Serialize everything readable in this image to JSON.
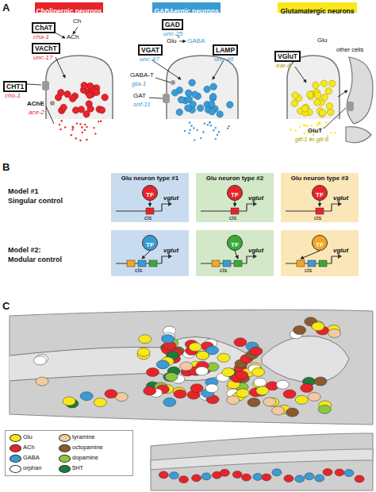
{
  "diagram": {
    "nodes": [
      {
        "text": [
          "Cholinergic neurons"
        ]
      },
      {
        "text": [
          "ChAT",
          "cha-1"
        ]
      },
      {
        "text": [
          "VAChT",
          "unc-17"
        ]
      },
      {
        "text": [
          "CHT1",
          "cho-1"
        ]
      },
      {
        "text": [
          "GABAergic neurons"
        ]
      },
      {
        "text": [
          "GAD",
          "unc-25"
        ]
      },
      {
        "text": [
          "VGAT",
          "unc-47"
        ]
      },
      {
        "text": [
          "LAMP",
          "unc-46"
        ]
      },
      {
        "text": [
          "Glutamatergic neurons"
        ]
      },
      {
        "text": [
          "VGluT",
          "eat-4"
        ]
      },
      {
        "text": [
          "Glu neuron type #1",
          "cis",
          "vglut"
        ]
      },
      {
        "text": [
          "TF"
        ],
        "in": 10
      },
      {
        "text": [
          "Glu neuron type #2",
          "cis",
          "vglut"
        ]
      },
      {
        "text": [
          "TF"
        ],
        "in": 12
      },
      {
        "text": [
          "Glu neuron type #3",
          "cis",
          "vglut"
        ]
      },
      {
        "text": [
          "TF"
        ],
        "in": 14
      },
      {
        "text": [
          "cis",
          "vglut"
        ]
      },
      {
        "text": [
          "TF"
        ],
        "in": 16
      },
      {
        "text": [
          "cis",
          "vglut"
        ]
      },
      {
        "text": [
          "TF"
        ],
        "in": 18
      },
      {
        "text": [
          "cis",
          "vglut"
        ]
      },
      {
        "text": [
          "TF"
        ],
        "in": 20
      }
    ],
    "labels": [
      "A",
      "Ch",
      "ACh",
      "AChE",
      "ace-2",
      "Glu",
      "GABA",
      "GABA-T",
      "gta-1",
      "GAT",
      "snf-11",
      "Glu",
      "GluT",
      "glt-1 to glt-6",
      "other cells",
      "B",
      "Model #1",
      "Singular control",
      "Model #2:",
      "Modular control",
      "C"
    ],
    "legend": [
      {
        "text": "Glu",
        "color": "#f7e81a"
      },
      {
        "text": "ACh",
        "color": "#e8242a"
      },
      {
        "text": "GABA",
        "color": "#3a9bd5"
      },
      {
        "text": "orphan",
        "color": "#ffffff"
      },
      {
        "text": "tyramine",
        "color": "#f2c9a0"
      },
      {
        "text": "octopamine",
        "color": "#8a5a2e"
      },
      {
        "text": "dopamine",
        "color": "#8cc63f"
      },
      {
        "text": "5HT",
        "color": "#1e7b3c"
      }
    ]
  }
}
